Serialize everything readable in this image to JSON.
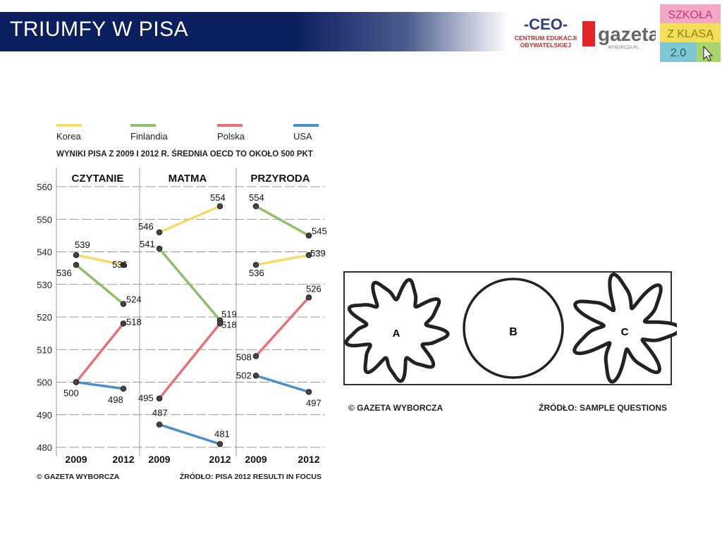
{
  "header": {
    "title": "TRIUMFY W PISA",
    "logos": {
      "ceo_main": "-CEO-",
      "ceo_line1": "CENTRUM EDUKACJI",
      "ceo_line2": "OBYWATELSKIEJ",
      "gazeta": "gazeta",
      "gazeta_sub": "WYBORCZA.PL",
      "szkola_line1": "SZKOŁA",
      "szkola_line2": "Z KLASĄ",
      "szkola_line3": "2.0"
    }
  },
  "chart_data": {
    "type": "line",
    "subtitle": "WYNIKI PISA Z 2009 I 2012 R. ŚREDNIA OECD TO OKOŁO 500 PKT",
    "ylim": [
      480,
      560
    ],
    "yticks": [
      480,
      490,
      500,
      510,
      520,
      530,
      540,
      550,
      560
    ],
    "x": [
      "2009",
      "2012"
    ],
    "legend": [
      {
        "name": "Korea",
        "color": "#f4dc6a"
      },
      {
        "name": "Finlandia",
        "color": "#8fbf6a"
      },
      {
        "name": "Polska",
        "color": "#e8707a"
      },
      {
        "name": "USA",
        "color": "#4a90c6"
      }
    ],
    "panels": [
      {
        "title": "CZYTANIE",
        "series": [
          {
            "name": "Korea",
            "values": [
              539,
              536
            ]
          },
          {
            "name": "Finlandia",
            "values": [
              536,
              524
            ]
          },
          {
            "name": "Polska",
            "values": [
              500,
              518
            ]
          },
          {
            "name": "USA",
            "values": [
              500,
              498
            ]
          }
        ]
      },
      {
        "title": "MATMA",
        "series": [
          {
            "name": "Korea",
            "values": [
              546,
              554
            ]
          },
          {
            "name": "Finlandia",
            "values": [
              541,
              519
            ]
          },
          {
            "name": "Polska",
            "values": [
              495,
              518
            ]
          },
          {
            "name": "USA",
            "values": [
              487,
              481
            ]
          }
        ]
      },
      {
        "title": "PRZYRODA",
        "series": [
          {
            "name": "Korea",
            "values": [
              536,
              539
            ]
          },
          {
            "name": "Finlandia",
            "values": [
              554,
              545
            ]
          },
          {
            "name": "Polska",
            "values": [
              508,
              526
            ]
          },
          {
            "name": "USA",
            "values": [
              502,
              497
            ]
          }
        ]
      }
    ],
    "copyright": "© GAZETA WYBORCZA",
    "source": "ŹRÓDŁO: PISA 2012 RESULTI IN FOCUS",
    "grid": true
  },
  "shapes_figure": {
    "labels": [
      "A",
      "B",
      "C"
    ],
    "copyright": "© GAZETA WYBORCZA",
    "source": "ŹRÓDŁO: SAMPLE QUESTIONS"
  }
}
